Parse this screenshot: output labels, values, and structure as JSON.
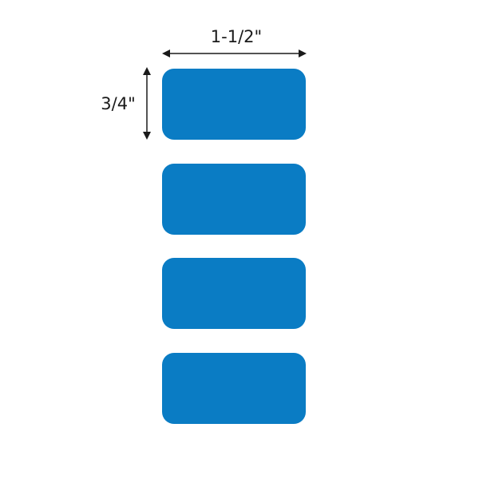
{
  "dimensions": {
    "width_label": "1-1/2\"",
    "height_label": "3/4\""
  },
  "colors": {
    "label_fill": "#0a7cc4",
    "arrow": "#1a1a1a"
  },
  "labels": {
    "count": 4,
    "shape": "rounded rectangle"
  }
}
